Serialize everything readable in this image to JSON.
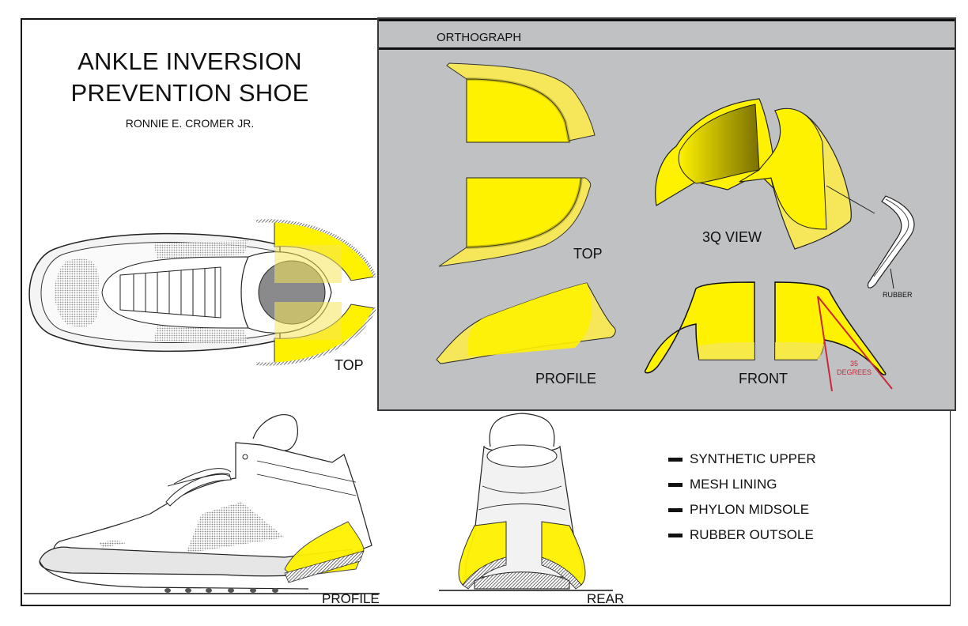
{
  "sheet": {
    "title_line1": "ANKLE INVERSION",
    "title_line2": "PREVENTION  SHOE",
    "author": "RONNIE E. CROMER JR."
  },
  "orthograph": {
    "header": "ORTHOGRAPH",
    "labels": {
      "top": "TOP",
      "three_quarter": "3Q VIEW",
      "profile": "PROFILE",
      "front": "FRONT",
      "rubber": "RUBBER",
      "angle_value": "35",
      "angle_unit": "DEGREES"
    }
  },
  "views": {
    "top": "TOP",
    "profile": "PROFILE",
    "rear": "REAR"
  },
  "materials": [
    "SYNTHETIC UPPER",
    "MESH LINING",
    "PHYLON MIDSOLE",
    "RUBBER OUTSOLE"
  ],
  "colors": {
    "guard_yellow": "#fff200",
    "guard_light": "#f5e65a",
    "panel_gray": "#c0c1c3",
    "angle_red": "#c8283a"
  }
}
